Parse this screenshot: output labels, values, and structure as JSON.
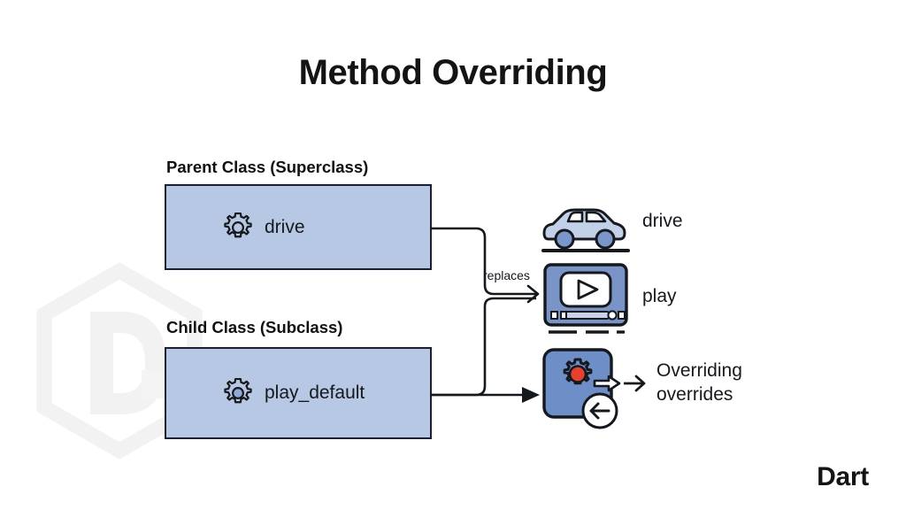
{
  "page": {
    "title": "Method Overriding",
    "brand": "Dart",
    "background_color": "#ffffff"
  },
  "colors": {
    "box_fill": "#b7c8e4",
    "box_border": "#1b2030",
    "icon_blue": "#7b94c8",
    "icon_blue_light": "#c2d0e8",
    "accent_red": "#e8402f",
    "text": "#15181d",
    "watermark": "#f1f1f1"
  },
  "watermark": {
    "icon_name": "dart-hexagon-d-watermark",
    "letter": "D"
  },
  "classes": [
    {
      "label": "Parent Class (Superclass)",
      "member": "drive",
      "icon_name": "gear-icon",
      "gear_filled": false
    },
    {
      "label": "Child Class (Subclass)",
      "member": "play_default",
      "icon_name": "gear-icon",
      "gear_filled": true
    }
  ],
  "connectors": {
    "replaces_label": "replaces",
    "top_arrow_name": "replaces-arrow",
    "bottom_arrow_name": "override-arrow"
  },
  "results": [
    {
      "icon_name": "car-icon",
      "label": "drive"
    },
    {
      "icon_name": "media-player-icon",
      "label": "play"
    },
    {
      "icon_name": "override-gear-icon",
      "label_line1": "Overriding",
      "label_line2": "overrides"
    }
  ]
}
